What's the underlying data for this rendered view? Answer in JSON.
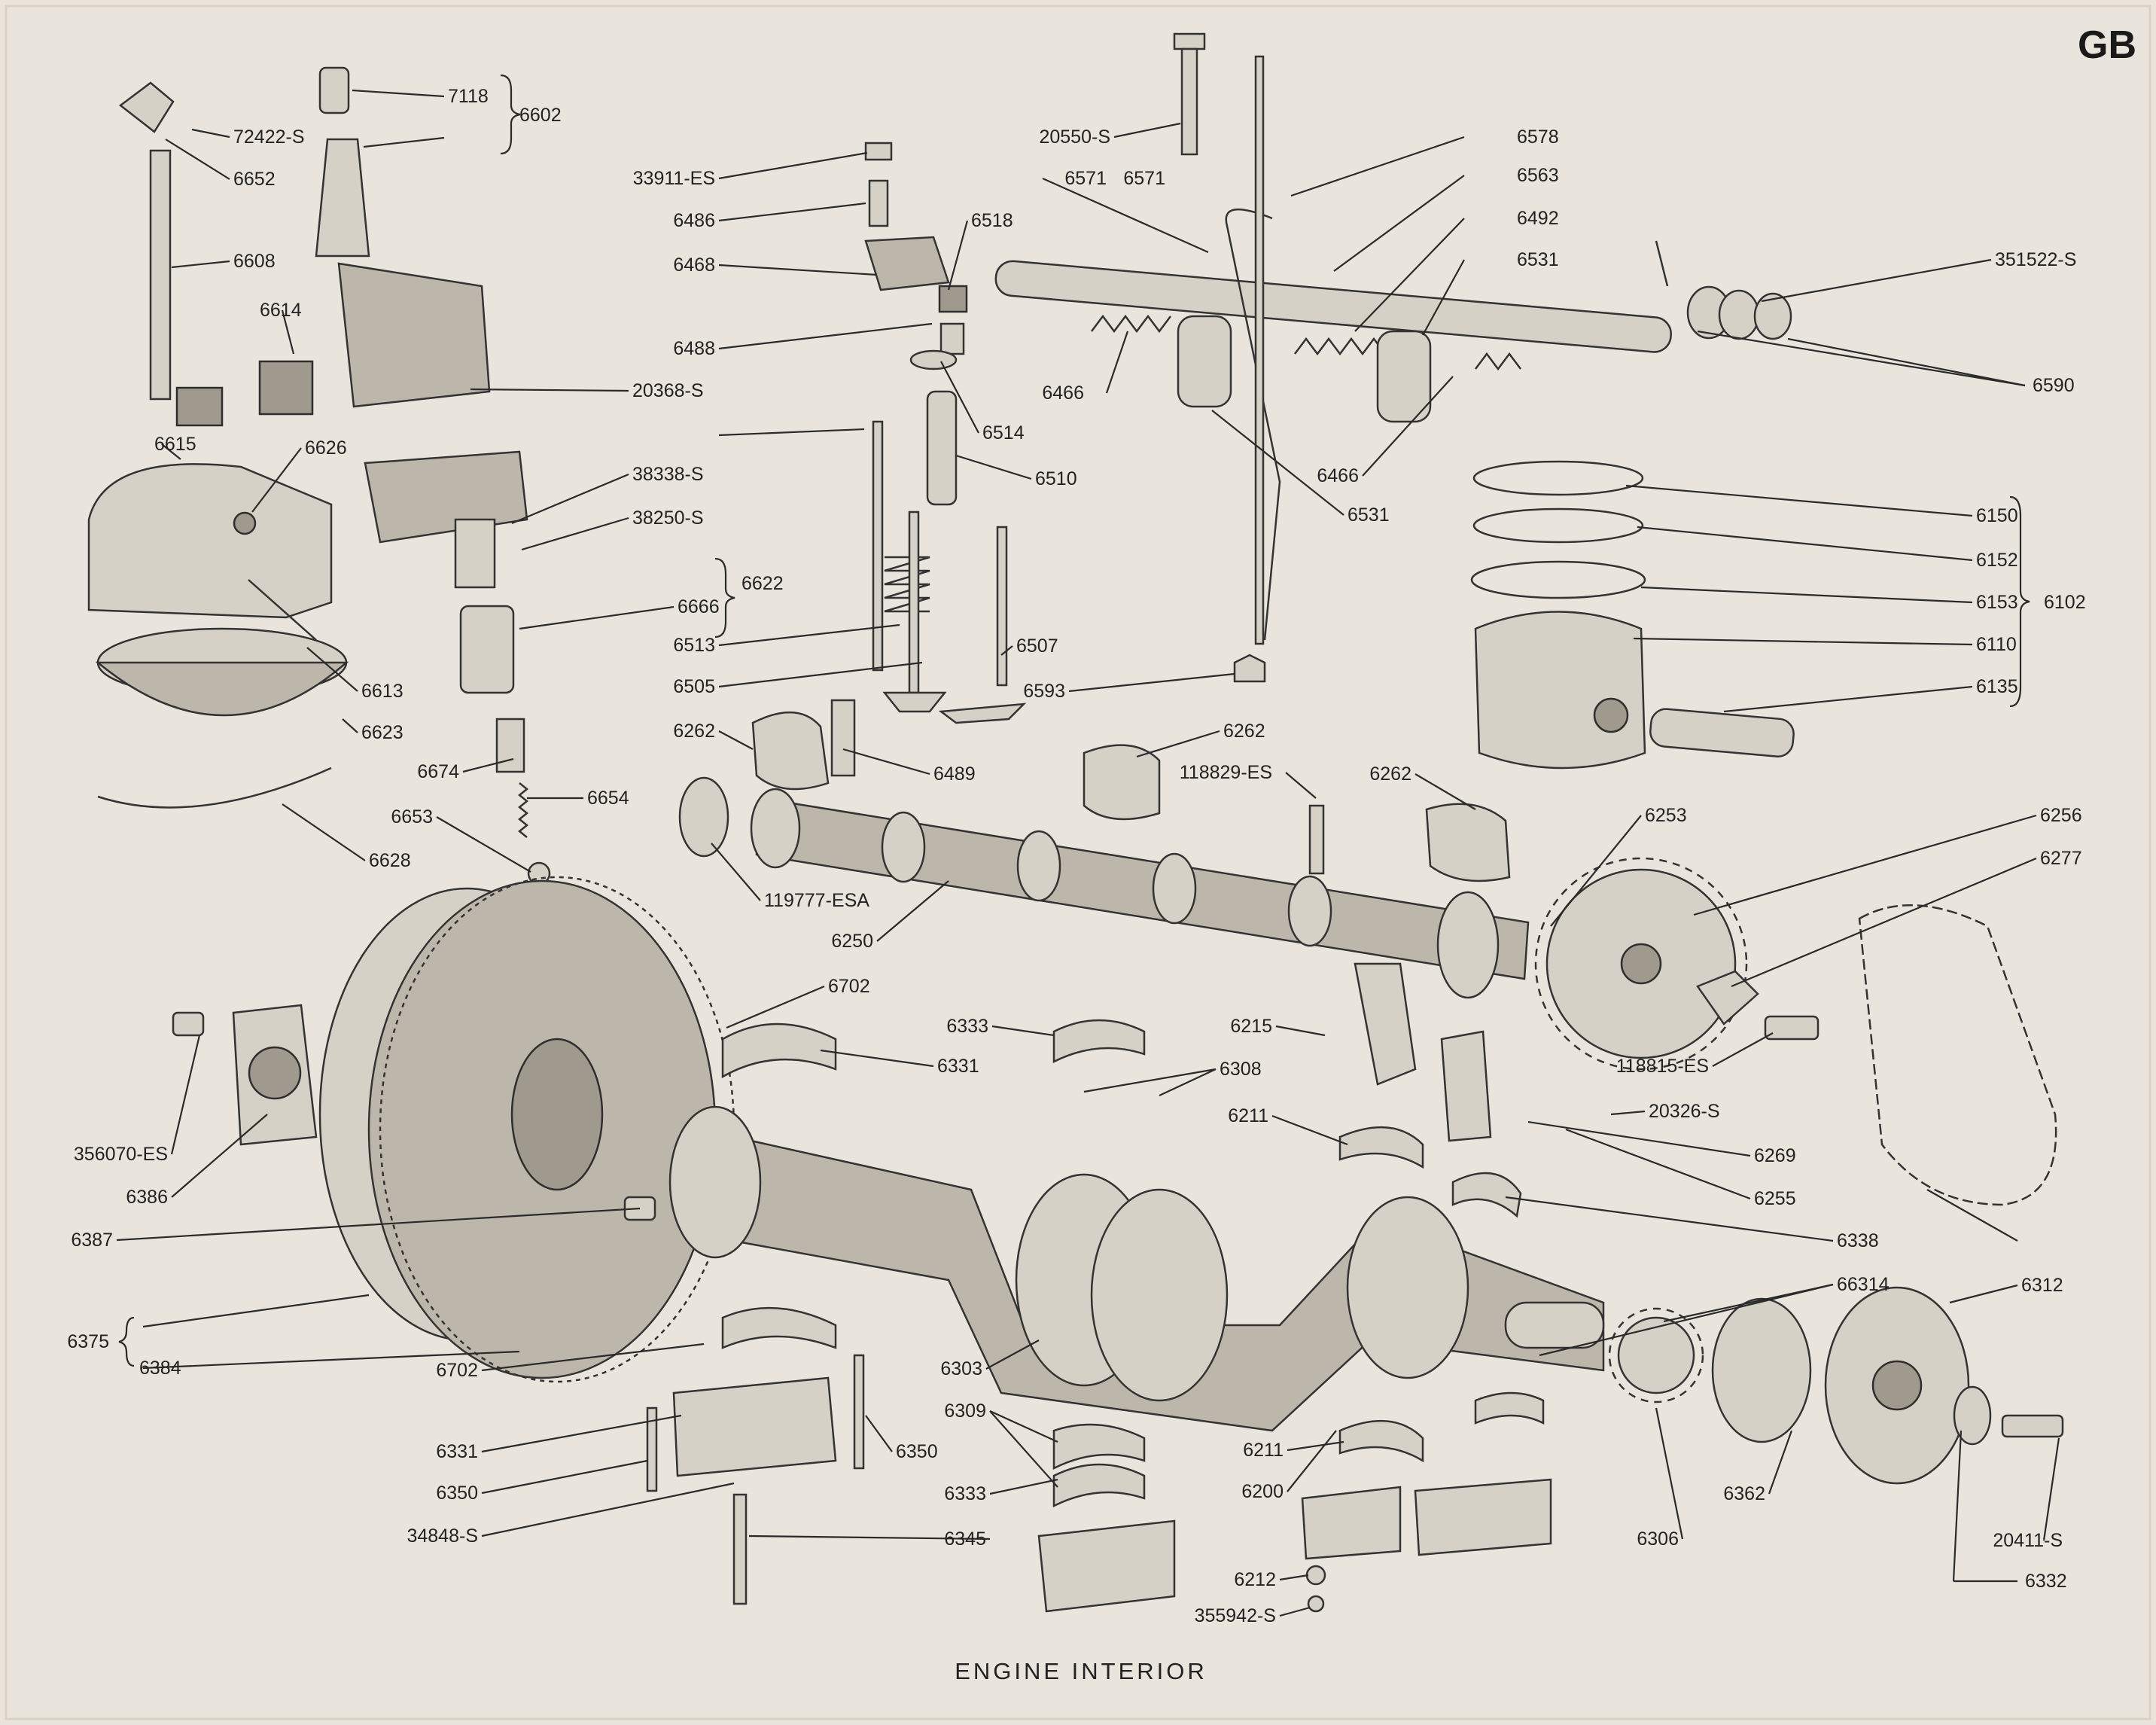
{
  "badge": "GB",
  "caption": "ENGINE INTERIOR",
  "labels": [
    "7118",
    "6602",
    "72422-S",
    "6652",
    "6608",
    "6614",
    "6615",
    "6626",
    "20368-S",
    "38338-S",
    "38250-S",
    "6622",
    "6666",
    "6613",
    "6623",
    "6674",
    "6654",
    "6653",
    "6628",
    "20550-S",
    "6578",
    "6571",
    "6563",
    "6492",
    "6531",
    "351522-S",
    "6590",
    "33911-ES",
    "6486",
    "6518",
    "6468",
    "6466",
    "6514",
    "6488",
    "6510",
    "6531",
    "6466",
    "6150",
    "6152",
    "6153",
    "6102",
    "6110",
    "6135",
    "6513",
    "6507",
    "6505",
    "6593",
    "6262",
    "6489",
    "6262",
    "118829-ES",
    "6262",
    "6253",
    "119777-ESA",
    "6250",
    "6256",
    "6277",
    "6702",
    "6333",
    "6215",
    "6331",
    "6308",
    "118815-ES",
    "20326-S",
    "356070-ES",
    "6269",
    "6211",
    "6386",
    "6255",
    "6387",
    "6338",
    "6375",
    "6384",
    "66314",
    "6312",
    "6303",
    "6702",
    "6309",
    "6211",
    "6331",
    "6350",
    "6200",
    "6350",
    "6333",
    "6362",
    "34848-S",
    "6345",
    "6306",
    "20411-S",
    "6212",
    "6332",
    "355942-S",
    "6571"
  ]
}
